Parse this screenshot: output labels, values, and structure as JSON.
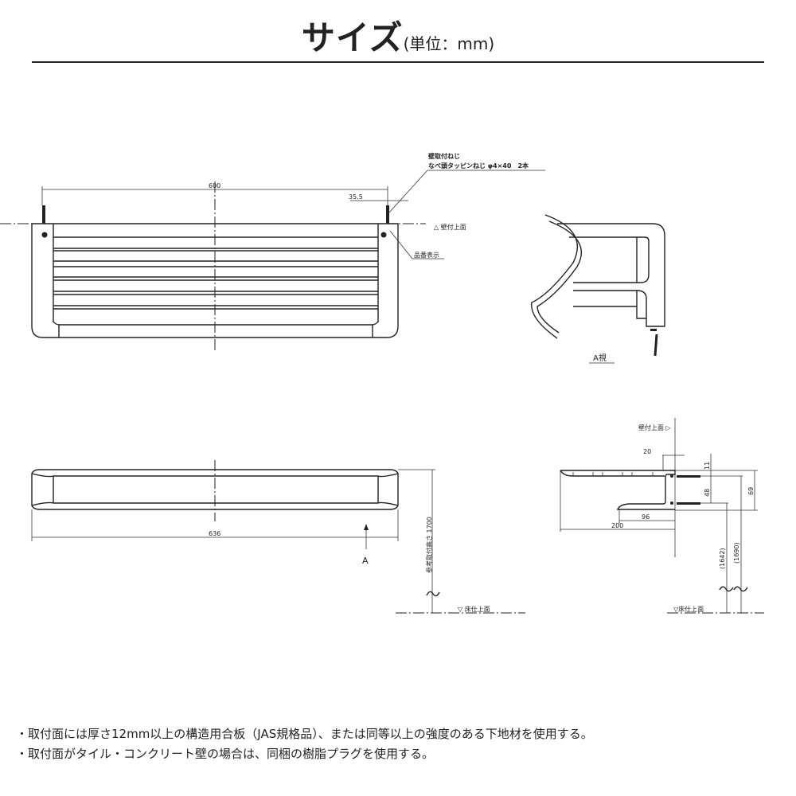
{
  "title": {
    "main": "サイズ",
    "unit": "(単位：mm)"
  },
  "front_view": {
    "dim_width": "600",
    "dim_offset": "35.5",
    "screw_label_1": "壁取付ねじ",
    "screw_label_2": "なべ頭タッピンねじ φ4×40　2本",
    "wall_label": "△ 壁付上面",
    "part_number_label": "品番表示"
  },
  "a_view": {
    "label": "A視"
  },
  "top_view": {
    "dim_width": "636",
    "height_label": "参考取付高さ 1700",
    "floor_label": "▽ 床仕上面",
    "arrow_label": "A"
  },
  "side_view": {
    "wall_label": "壁付上面 ▷",
    "dim_20": "20",
    "dim_11": "11",
    "dim_48": "48",
    "dim_69": "69",
    "dim_96": "96",
    "dim_200": "200",
    "dim_1642": "(1642)",
    "dim_1690": "(1690)",
    "floor_label": "▽床仕上面"
  },
  "notes": [
    "・取付面には厚さ12mm以上の構造用合板（JAS規格品）、または同等以上の強度のある下地材を使用する。",
    "・取付面がタイル・コンクリート壁の場合は、同梱の樹脂プラグを使用する。"
  ]
}
